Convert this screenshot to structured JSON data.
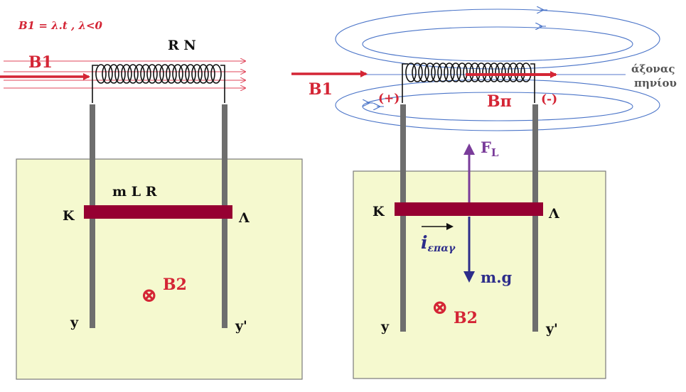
{
  "colors": {
    "board_fill": "#f5f9cf",
    "rail": "#6e6e6e",
    "bar": "#960032",
    "red": "#d42535",
    "purple": "#7a3c9a",
    "navy": "#2d2d8a",
    "field_line_red": "#e0455a",
    "field_loop_blue": "#4a74c8",
    "axis_line": "#5577cc"
  },
  "left_diagram": {
    "formula": "B1 = λ.t ,  λ<0",
    "coil_label": "R N",
    "b1_label": "B1",
    "bar_label": "m L R",
    "k_label": "K",
    "lambda_label": "Λ",
    "y_label": "y",
    "yprime_label": "y'",
    "b2_label": "B2",
    "b2_symbol": "⊗"
  },
  "right_diagram": {
    "b1_label": "B1",
    "axis_label_line1": "άξονας",
    "axis_label_line2": "πηνίου",
    "plus_label": "(+)",
    "minus_label": "(-)",
    "bpi_label": "Bπ",
    "fl_label": "F",
    "fl_sub": "L",
    "k_label": "K",
    "lambda_label": "Λ",
    "current_label": "i",
    "current_sub": "επαγ",
    "mg_label": "m.g",
    "y_label": "y",
    "yprime_label": "y'",
    "b2_label": "B2",
    "b2_symbol": "⊗"
  }
}
